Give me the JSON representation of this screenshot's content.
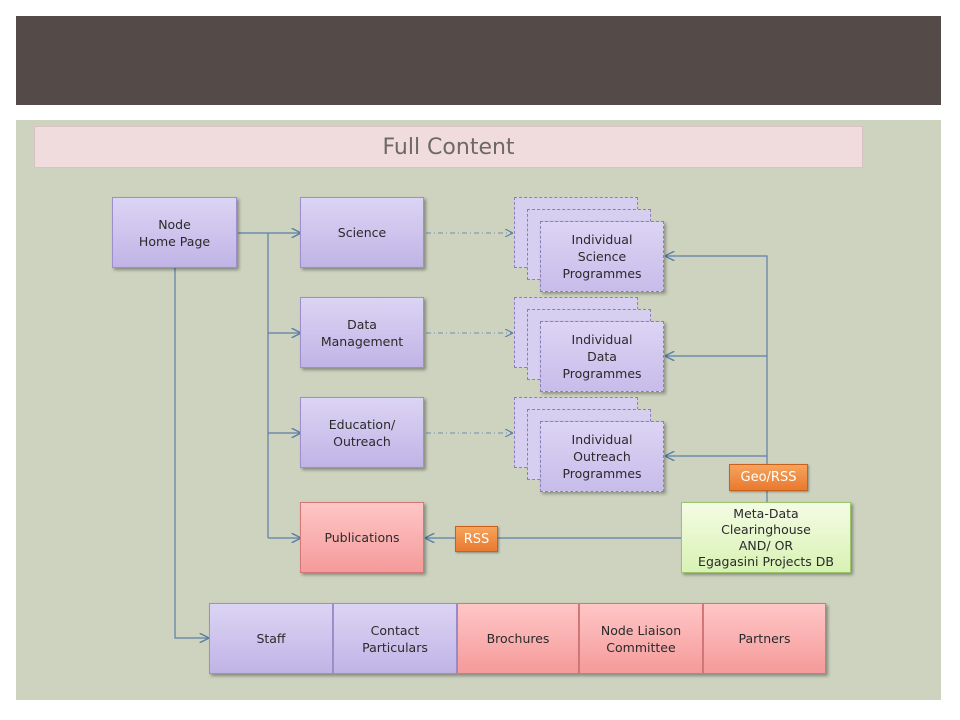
{
  "title": "Full Content",
  "nodes": {
    "home": "Node\nHome Page",
    "science": "Science",
    "data_management": "Data\nManagement",
    "education": "Education/\nOutreach",
    "publications": "Publications",
    "science_programmes": "Individual\nScience\nProgrammes",
    "data_programmes": "Individual\nData\nProgrammes",
    "outreach_programmes": "Individual\nOutreach\nProgrammes",
    "metadata": "Meta-Data\nClearinghouse\nAND/ OR\nEgagasini Projects DB"
  },
  "tags": {
    "geo_rss": "Geo/RSS",
    "rss": "RSS"
  },
  "footer_row": [
    "Staff",
    "Contact\nParticulars",
    "Brochures",
    "Node Liaison\nCommittee",
    "Partners"
  ],
  "colors": {
    "header_band": "#544a47",
    "canvas": "#cdd3bf",
    "purple_box": "#c8bcea",
    "pink_box": "#f8a9a9",
    "green_box": "#e4f7c8",
    "tag_orange": "#ef8a3c",
    "connector": "#5b7fa6"
  }
}
